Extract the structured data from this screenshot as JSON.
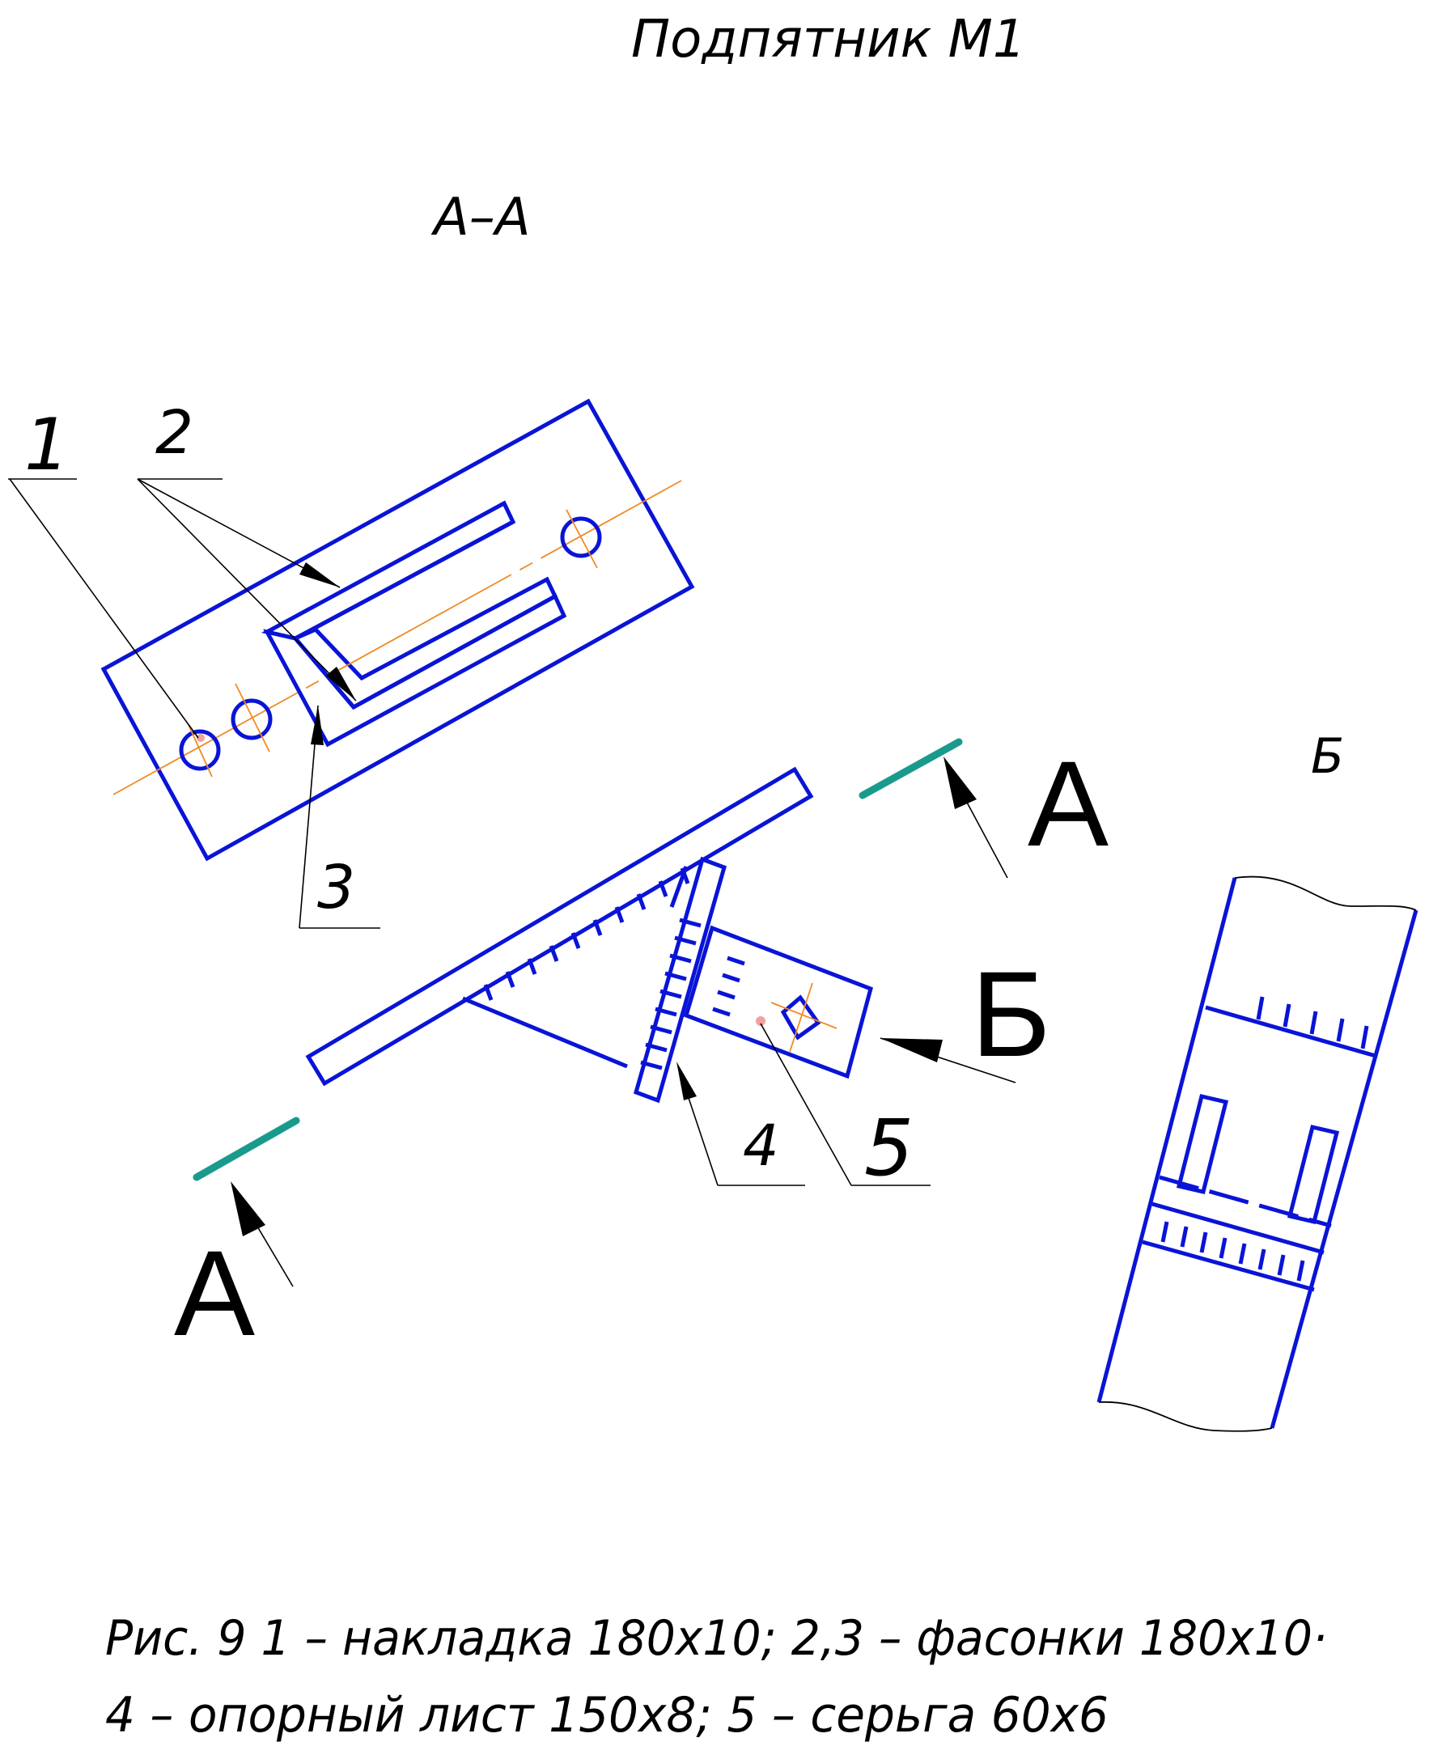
{
  "title": "Подпятник М1",
  "section_label": "А–А",
  "view_label": "Б",
  "labels": {
    "l1": "1",
    "l2": "2",
    "l3": "3",
    "l4": "4",
    "l5": "5",
    "cut_top": "А",
    "cut_bottom": "А",
    "view_arrow": "Б"
  },
  "caption": {
    "line1": "Рис. 9   1 – накладка 180х10; 2,3 – фасонки 180х10·",
    "line2": "4 – опорный лист 150х8; 5 – серьга 60х6"
  },
  "colors": {
    "outline": "#0a14d6",
    "axis": "#f08a24",
    "cut_line": "#1a9a8c",
    "leader": "#000000"
  }
}
